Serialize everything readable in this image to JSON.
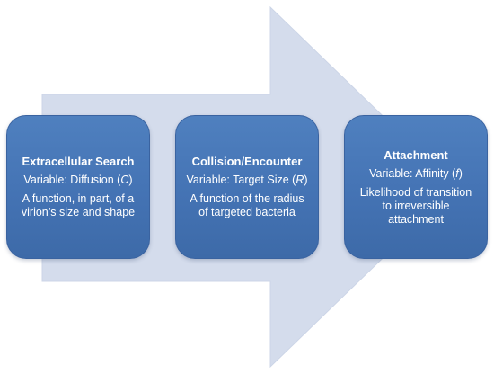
{
  "colors": {
    "arrow_fill": "#d4dcec",
    "box_fill": "#4a7ab9",
    "box_border": "#3a63a0",
    "text": "#ffffff"
  },
  "stages": [
    {
      "title": "Extracellular Search",
      "variable_prefix": "Variable: Diffusion (",
      "variable_symbol": "C",
      "variable_suffix": ")",
      "description": "A function, in part, of a virion’s size and shape"
    },
    {
      "title": "Collision/Encounter",
      "variable_prefix": "Variable: Target Size (",
      "variable_symbol": "R",
      "variable_suffix": ")",
      "description": "A function of the radius of targeted bacteria"
    },
    {
      "title": "Attachment",
      "variable_prefix": "Variable: Affinity (",
      "variable_symbol": "f",
      "variable_suffix": ")",
      "description": "Likelihood of transition to irreversible attachment"
    }
  ]
}
